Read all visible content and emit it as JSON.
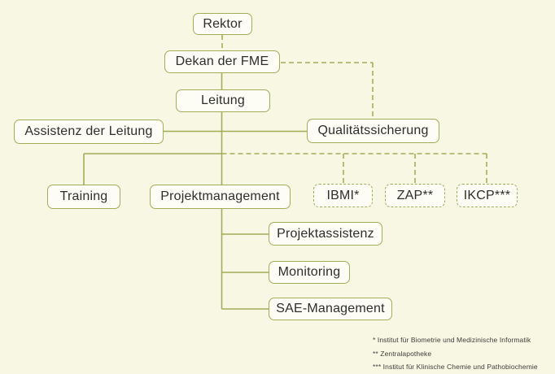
{
  "chart": {
    "type": "org-chart",
    "nodes": {
      "rektor": {
        "label": "Rektor"
      },
      "dekan": {
        "label": "Dekan der FME"
      },
      "leitung": {
        "label": "Leitung"
      },
      "assistenz": {
        "label": "Assistenz der Leitung"
      },
      "qualitaetssicherung": {
        "label": "Qualitätssicherung"
      },
      "training": {
        "label": "Training"
      },
      "projektmanagement": {
        "label": "Projektmanagement"
      },
      "ibmi": {
        "label": "IBMI*"
      },
      "zap": {
        "label": "ZAP**"
      },
      "ikcp": {
        "label": "IKCP***"
      },
      "projektassistenz": {
        "label": "Projektassistenz"
      },
      "monitoring": {
        "label": "Monitoring"
      },
      "sae_management": {
        "label": "SAE-Management"
      }
    },
    "edges": [
      {
        "from": "rektor",
        "to": "dekan",
        "style": "dashed"
      },
      {
        "from": "dekan",
        "to": "leitung",
        "style": "solid"
      },
      {
        "from": "dekan",
        "to": "qualitaetssicherung",
        "style": "dashed"
      },
      {
        "from": "leitung",
        "to": "assistenz",
        "style": "solid"
      },
      {
        "from": "leitung",
        "to": "qualitaetssicherung",
        "style": "solid"
      },
      {
        "from": "leitung",
        "to": "training",
        "style": "solid"
      },
      {
        "from": "leitung",
        "to": "projektmanagement",
        "style": "solid"
      },
      {
        "from": "leitung",
        "to": "ibmi",
        "style": "dashed"
      },
      {
        "from": "leitung",
        "to": "zap",
        "style": "dashed"
      },
      {
        "from": "leitung",
        "to": "ikcp",
        "style": "dashed"
      },
      {
        "from": "projektmanagement",
        "to": "projektassistenz",
        "style": "solid"
      },
      {
        "from": "projektmanagement",
        "to": "monitoring",
        "style": "solid"
      },
      {
        "from": "projektmanagement",
        "to": "sae_management",
        "style": "solid"
      }
    ],
    "footnotes": [
      "* Institut für Biometrie und Medizinische Informatik",
      "** Zentralapotheke",
      "*** Institut für Klinische Chemie und Pathobiochemie"
    ],
    "colors": {
      "background": "#f8f7e3",
      "box_fill": "#fdfdf5",
      "line": "#a0ae58",
      "text": "#2e2e2e",
      "footnote_text": "#3d3d3d"
    }
  }
}
